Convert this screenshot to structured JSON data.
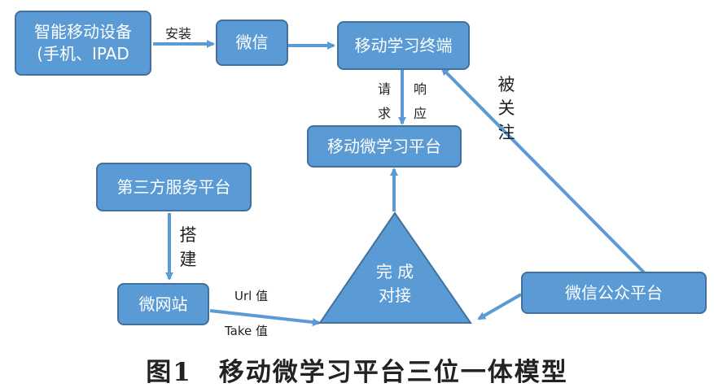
{
  "nodes": {
    "device": {
      "line1": "智能移动设备",
      "line2": "(手机、IPAD"
    },
    "wechat_app": {
      "label": "微信"
    },
    "mobile_terminal": {
      "label": "移动学习终端"
    },
    "platform": {
      "label": "移动微学习平台"
    },
    "third_party": {
      "label": "第三方服务平台"
    },
    "micro_site": {
      "label": "微网站"
    },
    "docking": {
      "line1": "完 成",
      "line2": "对接"
    },
    "public_platform": {
      "label": "微信公众平台"
    }
  },
  "edges": {
    "install": "安装",
    "request": [
      "请",
      "求"
    ],
    "response": [
      "响",
      "应"
    ],
    "followed": [
      "被",
      "关",
      "注"
    ],
    "build": [
      "搭",
      "建"
    ],
    "url_value": "Url 值",
    "take_value": "Take 值"
  },
  "caption": "图1　移动微学习平台三位一体模型",
  "colors": {
    "box_fill": "#5b9bd5",
    "box_border": "#41719c",
    "arrow": "#5b9bd5"
  }
}
